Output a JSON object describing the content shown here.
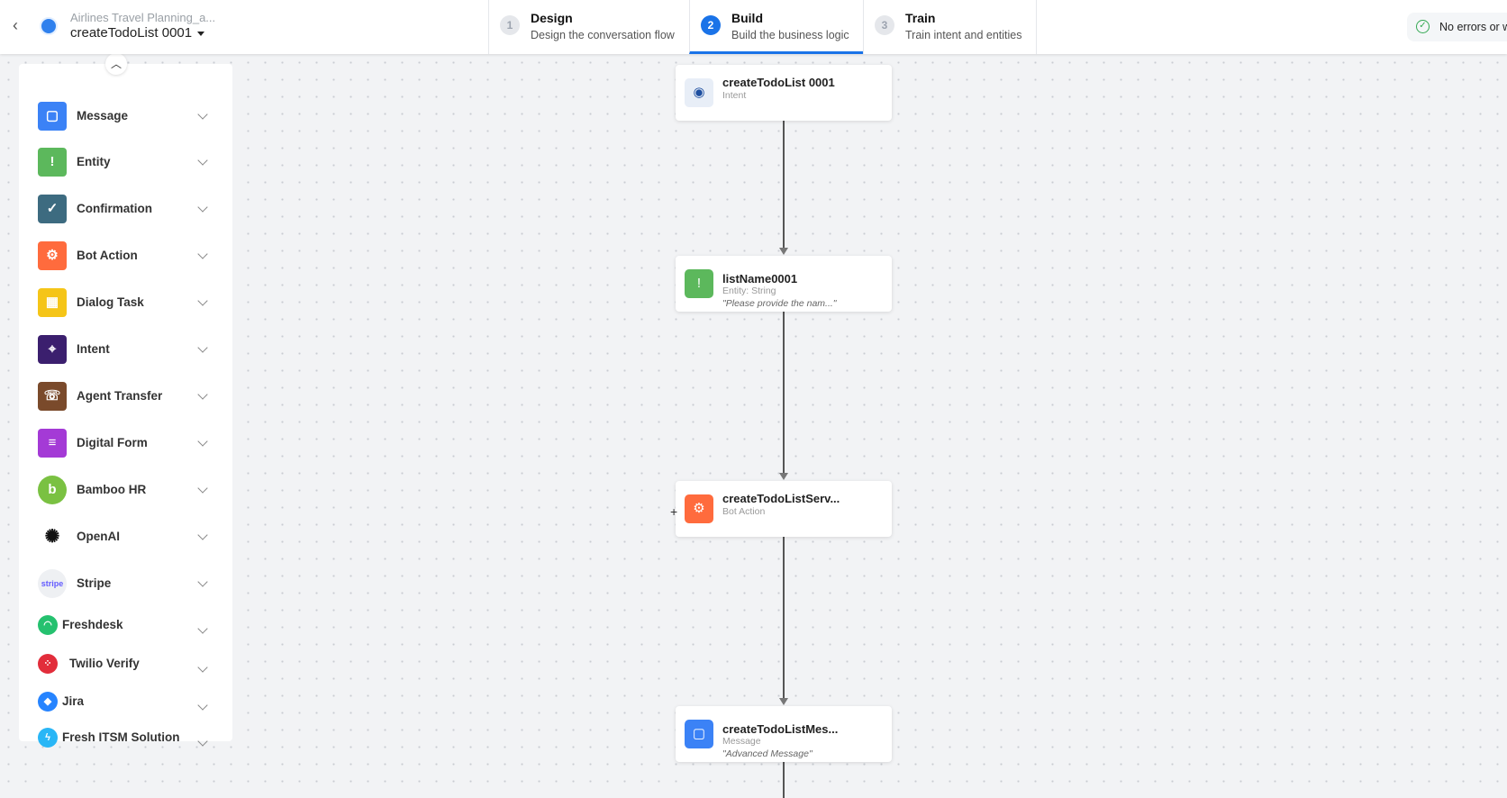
{
  "header": {
    "app_title": "Airlines Travel Planning_a...",
    "flow_name": "createTodoList 0001",
    "tabs": [
      {
        "num": "1",
        "title": "Design",
        "sub": "Design the conversation flow"
      },
      {
        "num": "2",
        "title": "Build",
        "sub": "Build the business logic",
        "active": true
      },
      {
        "num": "3",
        "title": "Train",
        "sub": "Train intent and entities"
      }
    ],
    "status": "No errors or warnings"
  },
  "sidebar": {
    "items": [
      {
        "label": "Message",
        "icon": "message-icon",
        "color": "#3b82f6",
        "glyph": "▢"
      },
      {
        "label": "Entity",
        "icon": "entity-icon",
        "color": "#5cb85c",
        "glyph": "!"
      },
      {
        "label": "Confirmation",
        "icon": "confirmation-icon",
        "color": "#3d6b80",
        "glyph": "✓"
      },
      {
        "label": "Bot Action",
        "icon": "bot-action-icon",
        "color": "#ff6b3d",
        "glyph": "⚙"
      },
      {
        "label": "Dialog Task",
        "icon": "dialog-task-icon",
        "color": "#f5c518",
        "glyph": "▦"
      },
      {
        "label": "Intent",
        "icon": "intent-icon",
        "color": "#3b1f6e",
        "glyph": "⌖"
      },
      {
        "label": "Agent Transfer",
        "icon": "agent-transfer-icon",
        "color": "#7a4a2b",
        "glyph": "☏"
      },
      {
        "label": "Digital Form",
        "icon": "digital-form-icon",
        "color": "#a43ad6",
        "glyph": "≡"
      },
      {
        "label": "Bamboo HR",
        "icon": "bamboo-hr-icon",
        "color": "#7ac142",
        "glyph": "b"
      },
      {
        "label": "OpenAI",
        "icon": "openai-icon",
        "color": "#ffffff",
        "glyph": "✺"
      },
      {
        "label": "Stripe",
        "icon": "stripe-icon",
        "color": "#eef0f3",
        "glyph": "stripe"
      },
      {
        "label": "Freshdesk",
        "icon": "freshdesk-icon",
        "color": "#25c16f",
        "glyph": "◠"
      },
      {
        "label": "Twilio Verify",
        "icon": "twilio-icon",
        "color": "#e22d3b",
        "glyph": "⁘"
      },
      {
        "label": "Jira",
        "icon": "jira-icon",
        "color": "#2684ff",
        "glyph": "◆"
      },
      {
        "label": "Fresh ITSM Solution",
        "icon": "fresh-itsm-icon",
        "color": "#29b6f6",
        "glyph": "ϟ"
      }
    ]
  },
  "nodes": [
    {
      "title": "createTodoList 0001",
      "sub": "Intent",
      "icon": "intent-globe-icon",
      "color": "#e8eef7"
    },
    {
      "title": "listName0001",
      "sub": "Entity: String",
      "quote": "\"Please provide the nam...\"",
      "icon": "entity-icon",
      "color": "#5cb85c"
    },
    {
      "title": "createTodoListServ...",
      "sub": "Bot Action",
      "icon": "bot-action-icon",
      "color": "#ff6b3d"
    },
    {
      "title": "createTodoListMes...",
      "sub": "Message",
      "quote": "\"Advanced Message\"",
      "icon": "message-icon",
      "color": "#3b82f6"
    }
  ]
}
